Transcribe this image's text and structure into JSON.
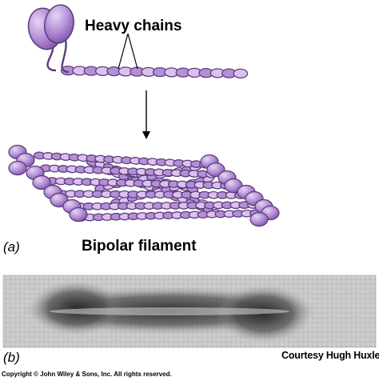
{
  "labels": {
    "heavy_chains": "Heavy chains",
    "panel_a": "(a)",
    "bipolar_filament": "Bipolar filament",
    "panel_b": "(b)",
    "courtesy": "Courtesy Hugh Huxley",
    "copyright": "Copyright © John Wiley & Sons, Inc. All rights reserved."
  },
  "colors": {
    "myosin_fill": "#b58fd6",
    "myosin_light": "#d9c3ee",
    "myosin_outline": "#5c3b7c",
    "micrograph_bg": "#c9c9c9",
    "micrograph_dark": "#2d2d2d"
  }
}
